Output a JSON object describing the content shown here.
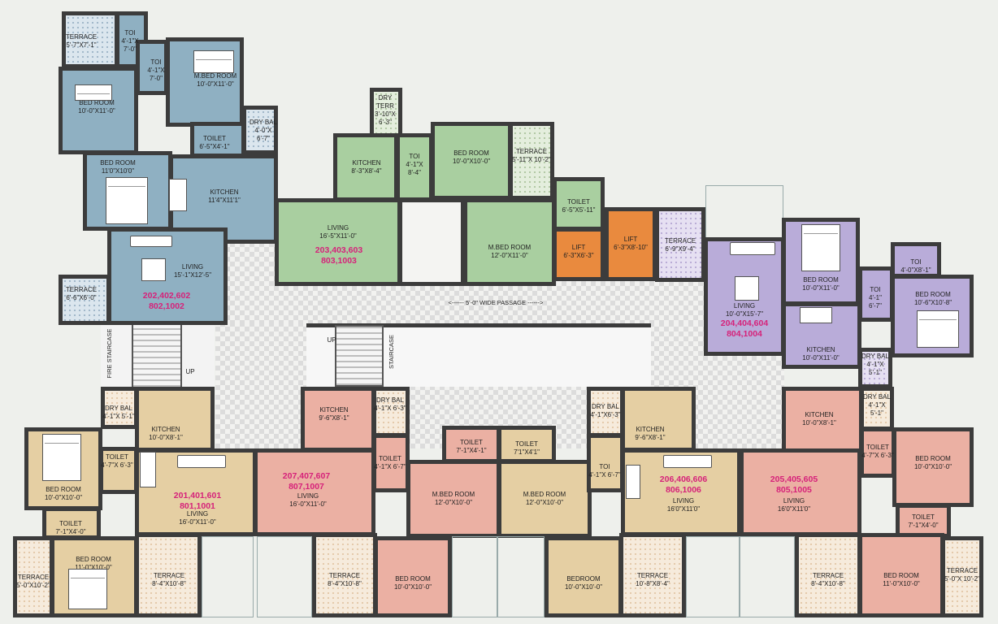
{
  "passage": {
    "label": "<------ 5'-0\" WIDE PASSAGE ------>"
  },
  "stairs": {
    "fire": "FIRE STAIRCASE",
    "main": "STAIRCASE",
    "up": "UP"
  },
  "lifts": [
    {
      "name": "LIFT",
      "dim": "6'-3\"X6'-3\""
    },
    {
      "name": "LIFT",
      "dim": "6'-3\"X8'-10\""
    }
  ],
  "units": {
    "blue": {
      "numbers_line1": "202,402,602",
      "numbers_line2": "802,1002",
      "rooms": [
        {
          "name": "TERRACE",
          "dim": "5'-7\"X7'-1\""
        },
        {
          "name": "TOI",
          "dim": "4'-1\"X 7'-0\""
        },
        {
          "name": "TOI",
          "dim": "4'-1\"X 7'-0\""
        },
        {
          "name": "M.BED ROOM",
          "dim": "10'-0\"X11'-0\""
        },
        {
          "name": "BED ROOM",
          "dim": "10'-0\"X11'-0\""
        },
        {
          "name": "TOILET",
          "dim": "6'-5\"X4'-1\""
        },
        {
          "name": "DRY BAL",
          "dim": "4'-0\"X 6'-7\""
        },
        {
          "name": "BED ROOM",
          "dim": "11'0\"X10'0\""
        },
        {
          "name": "KITCHEN",
          "dim": "11'4\"X11'1\""
        },
        {
          "name": "LIVING",
          "dim": "15'-1\"X12'-5\""
        },
        {
          "name": "TERRACE",
          "dim": "6'-6\"X6'-0\""
        }
      ]
    },
    "green": {
      "numbers_line1": "203,403,603",
      "numbers_line2": "803,1003",
      "rooms": [
        {
          "name": "DRY TERR",
          "dim": "3'-10\"X 6'-3\""
        },
        {
          "name": "KITCHEN",
          "dim": "8'-3\"X8'-4\""
        },
        {
          "name": "TOI",
          "dim": "4'-1\"X 8'-4\""
        },
        {
          "name": "BED ROOM",
          "dim": "10'-0\"X10'-0\""
        },
        {
          "name": "TERRACE",
          "dim": "5'-11\"X 10'-2\""
        },
        {
          "name": "LIVING",
          "dim": "16'-5\"X11'-0\""
        },
        {
          "name": "M.BED ROOM",
          "dim": "12'-0\"X11'-0\""
        },
        {
          "name": "TOILET",
          "dim": "6'-5\"X5'-11\""
        }
      ]
    },
    "lavender": {
      "numbers_line1": "204,404,604",
      "numbers_line2": "804,1004",
      "rooms": [
        {
          "name": "TERRACE",
          "dim": "6'-9\"X9'-4\""
        },
        {
          "name": "BED ROOM",
          "dim": "10'-0\"X11'-0\""
        },
        {
          "name": "TOI",
          "dim": "4'-0\"X8'-1\""
        },
        {
          "name": "TOI",
          "dim": "4'-1\" 6'-7\""
        },
        {
          "name": "BED ROOM",
          "dim": "10'-6\"X10'-8\""
        },
        {
          "name": "LIVING",
          "dim": "10'-0\"X15'-7\""
        },
        {
          "name": "KITCHEN",
          "dim": "10'-0\"X11'-0\""
        },
        {
          "name": "DRY BAL",
          "dim": "4'-1\"X 5'-1\""
        }
      ]
    },
    "tan_left": {
      "numbers_line1": "201,401,601",
      "numbers_line2": "801,1001",
      "rooms": [
        {
          "name": "DRY BAL",
          "dim": "4'-1\"X 5'-1\""
        },
        {
          "name": "KITCHEN",
          "dim": "10'-0\"X8'-1\""
        },
        {
          "name": "BED ROOM",
          "dim": "10'-0\"X10'-0\""
        },
        {
          "name": "TOILET",
          "dim": "4'-7\"X 6'-3\""
        },
        {
          "name": "LIVING",
          "dim": "16'-0\"X11'-0\""
        },
        {
          "name": "TOILET",
          "dim": "7'-1\"X4'-0\""
        },
        {
          "name": "TERRACE",
          "dim": "5'-0\"X10'-2\""
        },
        {
          "name": "BED ROOM",
          "dim": "11'-0\"X10'-0\""
        },
        {
          "name": "TERRACE",
          "dim": "8'-4\"X10'-8\""
        }
      ]
    },
    "salmon_left": {
      "numbers_line1": "207,407,607",
      "numbers_line2": "807,1007",
      "rooms": [
        {
          "name": "KITCHEN",
          "dim": "9'-6\"X8'-1\""
        },
        {
          "name": "DRY BAL",
          "dim": "4'-1\"X 6'-3\""
        },
        {
          "name": "TOILET",
          "dim": "4'-1\"X 6'-7\""
        },
        {
          "name": "LIVING",
          "dim": "16'-0\"X11'-0\""
        },
        {
          "name": "TOILET",
          "dim": "7'-1\"X4'-1\""
        },
        {
          "name": "M.BED ROOM",
          "dim": "12'-0\"X10'-0\""
        },
        {
          "name": "TERRACE",
          "dim": "8'-4\"X10'-8\""
        },
        {
          "name": "BED ROOM",
          "dim": "10'-0\"X10'-0\""
        }
      ]
    },
    "tan_right": {
      "numbers_line1": "206,406,606",
      "numbers_line2": "806,1006",
      "rooms": [
        {
          "name": "TOILET",
          "dim": "7'1\"X4'1\""
        },
        {
          "name": "M.BED ROOM",
          "dim": "12'-0\"X10'-0\""
        },
        {
          "name": "DRY BAL",
          "dim": "4'-1\"X6'-3\""
        },
        {
          "name": "KITCHEN",
          "dim": "9'-6\"X8'-1\""
        },
        {
          "name": "TOI",
          "dim": "4'-1\"X 6'-7\""
        },
        {
          "name": "LIVING",
          "dim": "16'0\"X11'0\""
        },
        {
          "name": "BEDROOM",
          "dim": "10'-0\"X10'-0\""
        },
        {
          "name": "TERRACE",
          "dim": "10'-8\"X8'-4\""
        }
      ]
    },
    "salmon_right": {
      "numbers_line1": "205,405,605",
      "numbers_line2": "805,1005",
      "rooms": [
        {
          "name": "KITCHEN",
          "dim": "10'-0\"X8'-1\""
        },
        {
          "name": "DRY BAL",
          "dim": "4'-1\"X 5'-1\""
        },
        {
          "name": "TOILET",
          "dim": "4'-7\"X 6'-3\""
        },
        {
          "name": "BED ROOM",
          "dim": "10'-0\"X10'-0\""
        },
        {
          "name": "LIVING",
          "dim": "16'0\"X11'0\""
        },
        {
          "name": "TOILET",
          "dim": "7'-1\"X4'-0\""
        },
        {
          "name": "TERRACE",
          "dim": "8'-4\"X10'-8\""
        },
        {
          "name": "BED ROOM",
          "dim": "11'-0\"X10'-0\""
        },
        {
          "name": "TERRACE",
          "dim": "5'-0\"X 10'-2\""
        }
      ]
    }
  },
  "colors": {
    "blue": "#8fb0c2",
    "green": "#a9cfa0",
    "lavender": "#b9acd9",
    "tan": "#e5cfa3",
    "salmon": "#ebb0a3",
    "lift": "#e98a3e",
    "wall": "#3c3c3c",
    "unit_number": "#d6227a"
  }
}
